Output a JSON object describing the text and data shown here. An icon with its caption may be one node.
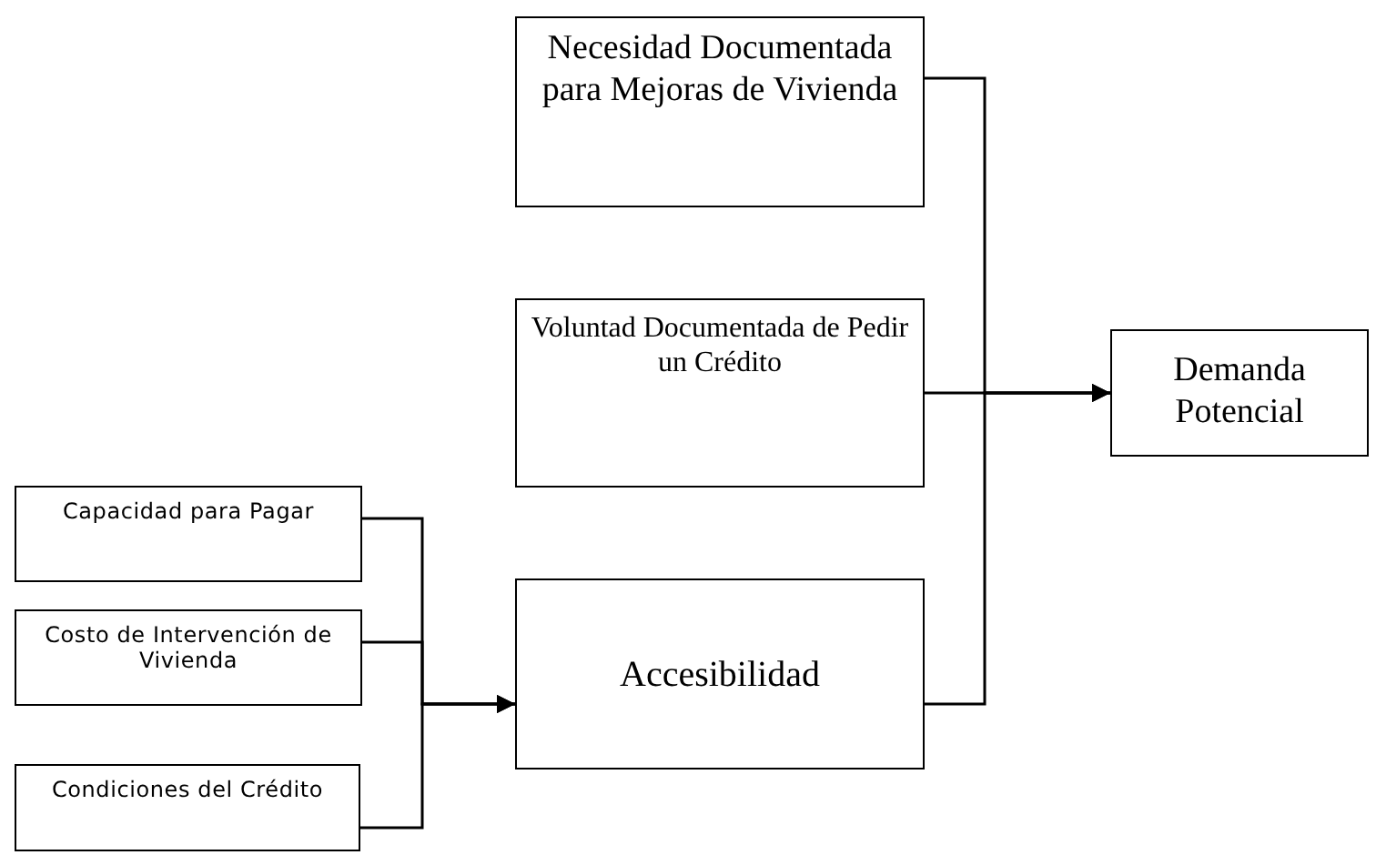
{
  "diagram": {
    "nodes": [
      {
        "text": [
          "Necesidad Documentada para Mejoras de Vivienda"
        ]
      },
      {
        "text": [
          "Voluntad Documentada de Pedir un Crédito"
        ]
      },
      {
        "text": [
          "Demanda Potencial"
        ]
      },
      {
        "text": [
          "Capacidad para Pagar"
        ]
      },
      {
        "text": [
          "Costo de Intervención de Vivienda"
        ]
      },
      {
        "text": [
          "Accesibilidad"
        ]
      },
      {
        "text": [
          "Condiciones del Crédito"
        ]
      }
    ],
    "edges": [
      {
        "from": 0,
        "to": 2,
        "arrow": "to"
      },
      {
        "from": 1,
        "to": 2,
        "arrow": "to"
      },
      {
        "from": 5,
        "to": 2,
        "arrow": "to"
      },
      {
        "from": 3,
        "to": 5,
        "arrow": "to"
      },
      {
        "from": 4,
        "to": 5,
        "arrow": "to"
      },
      {
        "from": 6,
        "to": 5,
        "arrow": "to"
      }
    ]
  }
}
